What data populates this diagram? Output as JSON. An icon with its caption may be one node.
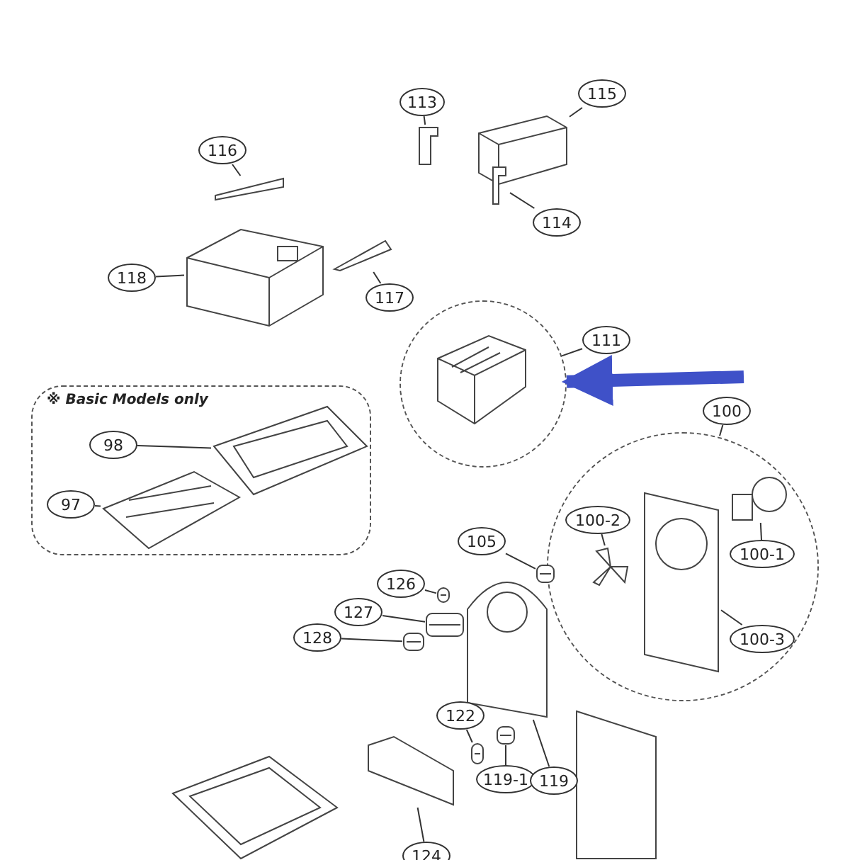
{
  "diagram": {
    "nodes": [
      {
        "text": [
          "113"
        ]
      },
      {
        "text": [],
        "shape": "bracket"
      },
      {
        "text": [
          "115"
        ]
      },
      {
        "text": [],
        "shape": "box"
      },
      {
        "text": [
          "116"
        ]
      },
      {
        "text": [],
        "shape": "bar"
      },
      {
        "text": [
          "114"
        ]
      },
      {
        "text": [],
        "shape": "bracket"
      },
      {
        "text": [
          "118"
        ]
      },
      {
        "text": [],
        "shape": "box"
      },
      {
        "text": [
          "117"
        ]
      },
      {
        "text": [],
        "shape": "bar"
      },
      {
        "text": [
          "111"
        ]
      },
      {
        "text": [],
        "shape": "circle"
      },
      {
        "text": [
          "※ Basic Models only"
        ]
      },
      {
        "text": [
          "98"
        ],
        "in": 14
      },
      {
        "text": [],
        "shape": "frame",
        "in": 14
      },
      {
        "text": [
          "97"
        ],
        "in": 14
      },
      {
        "text": [],
        "shape": "tray",
        "in": 14
      },
      {
        "text": [
          "100"
        ]
      },
      {
        "text": [],
        "shape": "circle"
      },
      {
        "text": [
          "100-2"
        ],
        "in": 20
      },
      {
        "text": [],
        "shape": "fan",
        "in": 20
      },
      {
        "text": [
          "100-1"
        ],
        "in": 20
      },
      {
        "text": [],
        "shape": "panel",
        "in": 20
      },
      {
        "text": [
          "100-3"
        ],
        "in": 20
      },
      {
        "text": [],
        "shape": "motor",
        "in": 20
      },
      {
        "text": [
          "105"
        ]
      },
      {
        "text": [],
        "shape": "box"
      },
      {
        "text": [
          "126"
        ]
      },
      {
        "text": [],
        "shape": "box"
      },
      {
        "text": [
          "127"
        ]
      },
      {
        "text": [],
        "shape": "box"
      },
      {
        "text": [
          "128"
        ]
      },
      {
        "text": [],
        "shape": "box"
      },
      {
        "text": [
          "122"
        ]
      },
      {
        "text": [],
        "shape": "box"
      },
      {
        "text": [
          "119-1"
        ]
      },
      {
        "text": [],
        "shape": "box"
      },
      {
        "text": [
          "119"
        ]
      },
      {
        "text": [],
        "shape": "duct"
      },
      {
        "text": [
          "124"
        ]
      },
      {
        "text": [],
        "shape": "box"
      }
    ],
    "edges": [
      {
        "from": 0,
        "to": 1,
        "arrow": "none"
      },
      {
        "from": 2,
        "to": 3,
        "arrow": "none"
      },
      {
        "from": 4,
        "to": 5,
        "arrow": "none"
      },
      {
        "from": 6,
        "to": 7,
        "arrow": "none"
      },
      {
        "from": 8,
        "to": 9,
        "arrow": "none"
      },
      {
        "from": 10,
        "to": 11,
        "arrow": "none"
      },
      {
        "from": 12,
        "to": 13,
        "arrow": "none"
      },
      {
        "from": null,
        "to": 13,
        "arrow": "to",
        "style": "thick",
        "color": "#3f51c8"
      },
      {
        "from": 15,
        "to": 16,
        "arrow": "none"
      },
      {
        "from": 17,
        "to": 18,
        "arrow": "none"
      },
      {
        "from": 19,
        "to": 20,
        "arrow": "none"
      },
      {
        "from": 21,
        "to": 22,
        "arrow": "none"
      },
      {
        "from": 23,
        "to": 26,
        "arrow": "none"
      },
      {
        "from": 25,
        "to": 24,
        "arrow": "none"
      },
      {
        "from": 27,
        "to": 28,
        "arrow": "none"
      },
      {
        "from": 29,
        "to": 30,
        "arrow": "none"
      },
      {
        "from": 31,
        "to": 32,
        "arrow": "none"
      },
      {
        "from": 33,
        "to": 34,
        "arrow": "none"
      },
      {
        "from": 35,
        "to": 36,
        "arrow": "none"
      },
      {
        "from": 37,
        "to": 38,
        "arrow": "none"
      },
      {
        "from": 39,
        "to": 40,
        "arrow": "none"
      },
      {
        "from": 41,
        "to": 42,
        "arrow": "none"
      }
    ]
  }
}
